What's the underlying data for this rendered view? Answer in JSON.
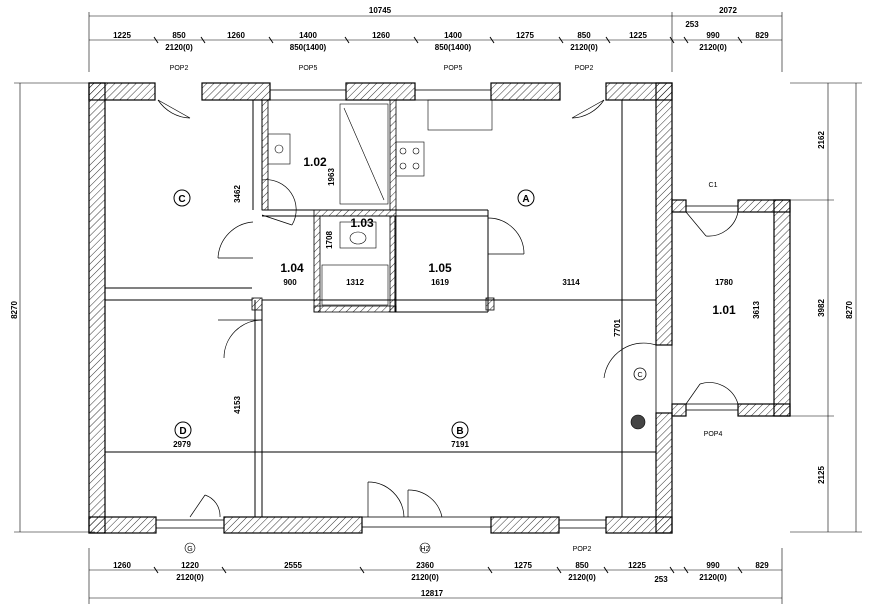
{
  "overall_dims": {
    "top_total": "10745",
    "top_right_total": "2072",
    "bottom_total": "12817",
    "left_total": "8270",
    "right_total": "8270"
  },
  "top_dims": [
    "1225",
    "850",
    "1260",
    "1400",
    "1260",
    "1400",
    "1275",
    "850",
    "1225",
    "253",
    "990",
    "829"
  ],
  "top_sub_dims": [
    "2120(0)",
    "850(1400)",
    "850(1400)",
    "2120(0)",
    "2120(0)"
  ],
  "bottom_dims": [
    "1260",
    "1220",
    "2555",
    "2360",
    "1275",
    "850",
    "1225",
    "253",
    "990",
    "829"
  ],
  "bottom_sub_dims": [
    "2120(0)",
    "2120(0)",
    "2120(0)",
    "2120(0)"
  ],
  "right_dims": [
    "2162",
    "3982",
    "2125"
  ],
  "interior_dims": [
    "3462",
    "1963",
    "1708",
    "900",
    "1312",
    "1619",
    "3114",
    "1780",
    "3613",
    "7701",
    "4153",
    "2979",
    "7191"
  ],
  "rooms": [
    "1.02",
    "1.03",
    "1.04",
    "1.05",
    "1.01"
  ],
  "zones": [
    "C",
    "A",
    "D",
    "B",
    "C"
  ],
  "door_tags": [
    "POP2",
    "POP5",
    "POP5",
    "POP2",
    "C1",
    "POP4",
    "G",
    "H2",
    "POP2"
  ]
}
